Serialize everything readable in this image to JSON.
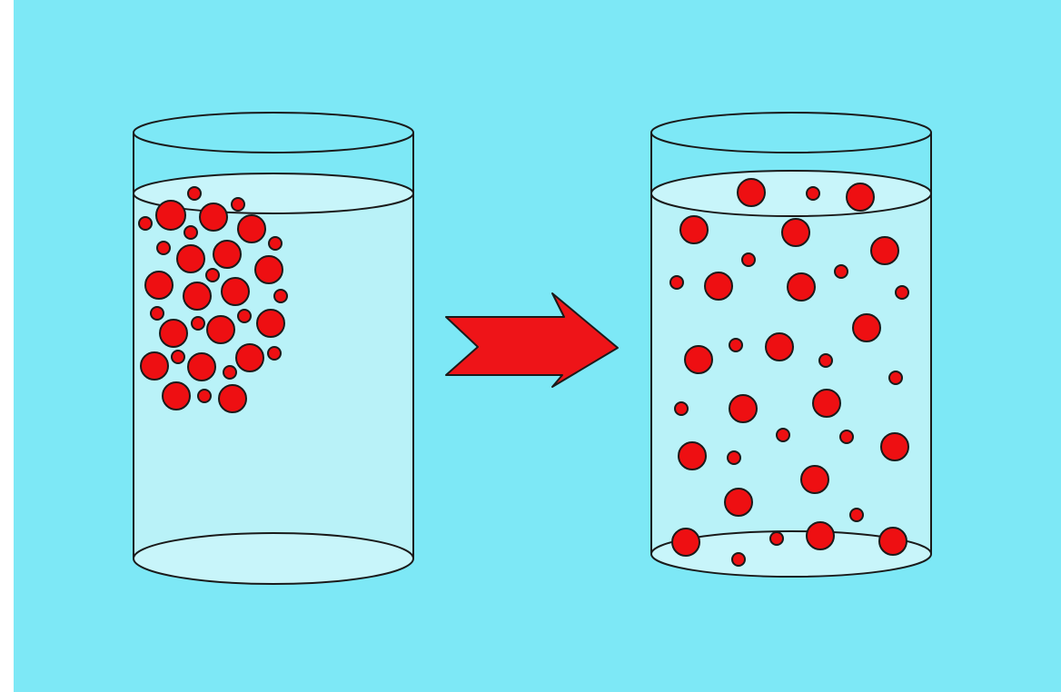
{
  "colors": {
    "background": "#7de8f6",
    "water": "#b9f2f8",
    "water_surface": "#c8f5fa",
    "outline": "#1a1a1a",
    "particle": "#ee0f12",
    "arrow": "#ee1418"
  },
  "diagram": {
    "panels": [
      {
        "label": "",
        "particle_arrangement": "clustered"
      },
      {
        "label": "",
        "particle_arrangement": "dispersed"
      }
    ],
    "arrow": {
      "direction": "right",
      "icon": "arrow-right-icon"
    }
  }
}
